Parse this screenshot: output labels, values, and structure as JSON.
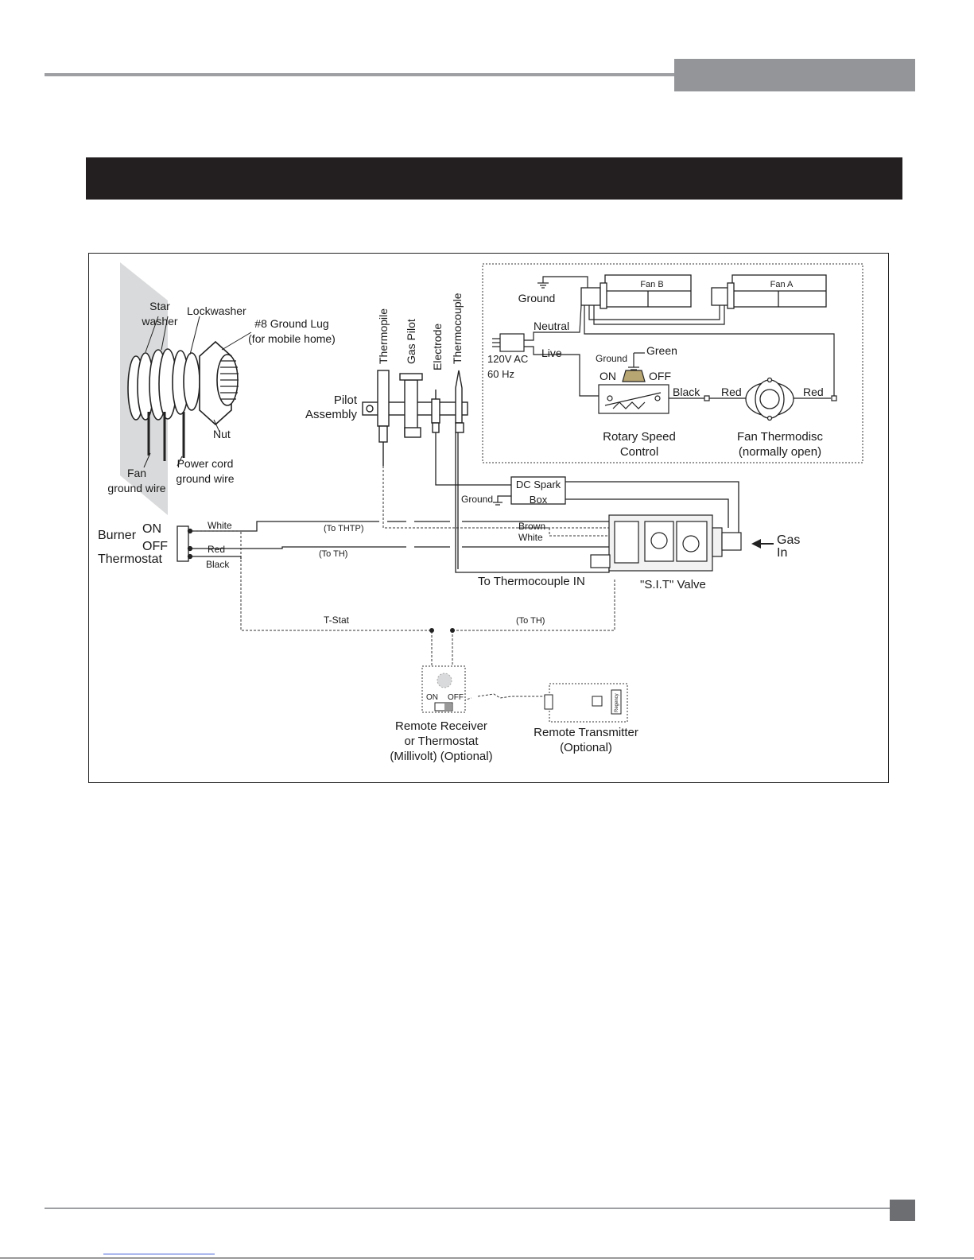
{
  "diagram": {
    "labels": {
      "star_washer": "Star\nwasher",
      "lockwasher": "Lockwasher",
      "ground_lug": "#8 Ground Lug\n(for mobile home)",
      "nut": "Nut",
      "fan_ground_wire": "Fan\nground wire",
      "power_cord_ground_wire": "Power cord\nground wire",
      "thermopile": "Thermopile",
      "gas_pilot": "Gas Pilot",
      "electrode": "Electrode",
      "thermocouple": "Thermocouple",
      "pilot_assembly": "Pilot\nAssembly",
      "dc_spark_box": "DC Spark\nBox",
      "spark_ground": "Ground",
      "burner": "Burner",
      "on": "ON",
      "off": "OFF",
      "thermostat": "Thermostat",
      "white": "White",
      "red": "Red",
      "black": "Black",
      "to_thtp": "(To THTP)",
      "to_th": "(To TH)",
      "brown": "Brown",
      "valve_white": "White",
      "to_thermocouple_in": "To Thermocouple IN",
      "sit_valve": "\"S.I.T\" Valve",
      "gas_in": "Gas\nIn",
      "t_stat": "T-Stat",
      "to_th_2": "(To TH)",
      "remote_receiver": "Remote Receiver\nor Thermostat\n(Millivolt) (Optional)",
      "receiver_on": "ON",
      "receiver_off": "OFF",
      "remote_transmitter": "Remote Transmitter\n(Optional)",
      "transmitter_brand": "Regency",
      "fan_ground": "Ground",
      "fan_b": "Fan B",
      "fan_a": "Fan A",
      "neutral": "Neutral",
      "live": "Live",
      "supply": "120V AC\n60 Hz",
      "green_ground": "Ground",
      "green": "Green",
      "switch_on": "ON",
      "switch_off": "OFF",
      "fan_black": "Black",
      "fan_red_1": "Red",
      "fan_red_2": "Red",
      "rotary_speed_control": "Rotary Speed\nControl",
      "fan_thermodisc": "Fan Thermodisc\n(normally open)"
    }
  }
}
